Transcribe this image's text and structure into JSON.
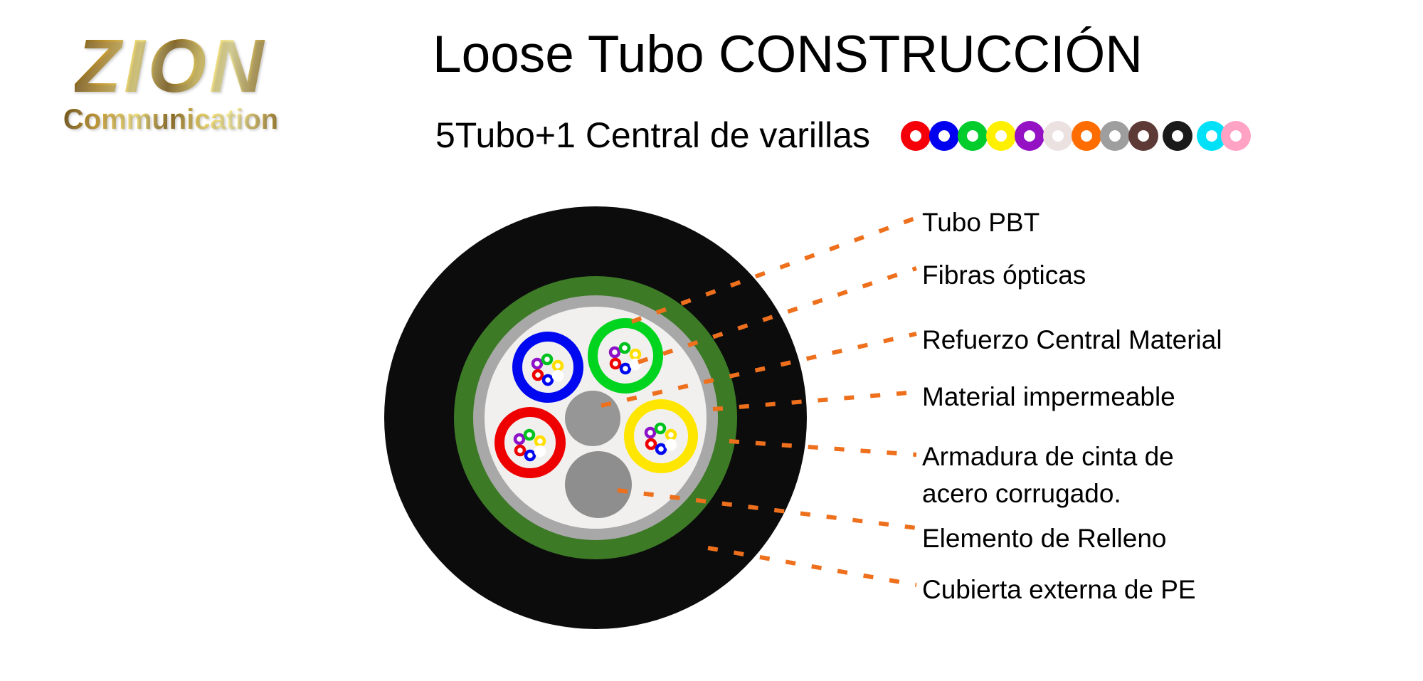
{
  "logo": {
    "brand": "ZION",
    "subtitle": "Communication"
  },
  "header": {
    "title": "Loose Tubo CONSTRUCCIÓN",
    "subtitle": "5Tubo+1 Central de varillas"
  },
  "fiber_legend": {
    "names": [
      "red",
      "blue",
      "green",
      "yellow",
      "violet",
      "white",
      "orange",
      "gray",
      "brown",
      "black",
      "aqua",
      "pink"
    ],
    "colors": [
      "#f50008",
      "#0000f0",
      "#00cc2c",
      "#fff000",
      "#9412c4",
      "#ece1e1",
      "#ff6d00",
      "#9e9e9e",
      "#5d3a35",
      "#1a1a1a",
      "#00e1f8",
      "#ffa2c4"
    ]
  },
  "diagram": {
    "colors": {
      "jacket": "#0c0c0c",
      "armor": "#3c7a26",
      "tape": "#a8a8a8",
      "interior": "#f1f0ee",
      "strength": "#969696",
      "filler": "#8e8e8e",
      "leader": "#ee6f1c",
      "tube_blue": "#0008f0",
      "tube_green": "#00d41e",
      "tube_red": "#ee0000",
      "tube_yellow": "#ffe600",
      "fiber": [
        "#8d12c8",
        "#00c21e",
        "#ffdf00",
        "#ee0000",
        "#0008f0",
        "#ffffff"
      ]
    },
    "labels": [
      {
        "text": "Tubo PBT"
      },
      {
        "text": "Fibras ópticas"
      },
      {
        "text": "Refuerzo Central Material"
      },
      {
        "text": "Material impermeable"
      },
      {
        "text": "Armadura de cinta de\nacero corrugado."
      },
      {
        "text": "Elemento de Relleno"
      },
      {
        "text": "Cubierta externa de PE"
      }
    ]
  }
}
